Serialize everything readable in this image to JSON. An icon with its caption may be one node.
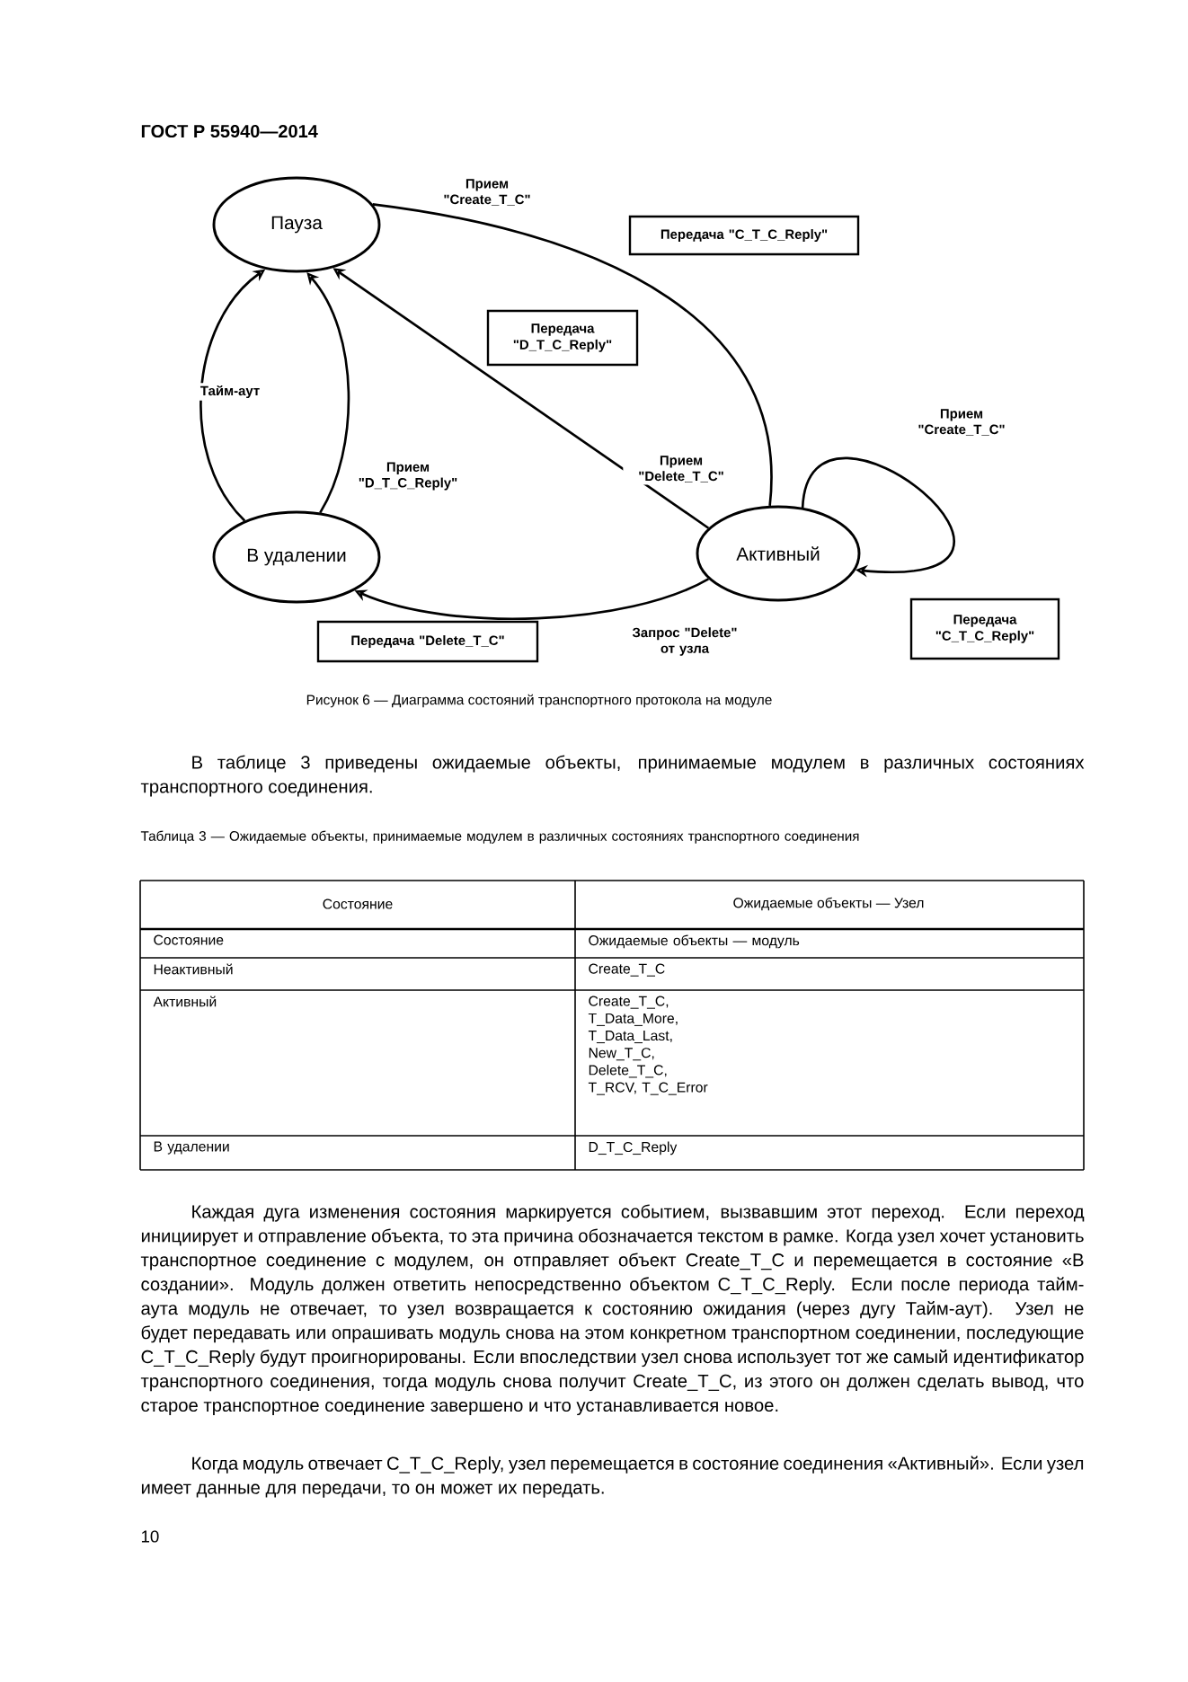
{
  "diagram": {
    "caption": "Рисунок 6 — Диаграмма состояний транспортного протокола на модуле",
    "nodes": [
      {
        "text": [
          "Пауза"
        ]
      },
      {
        "text": [
          "В удалении"
        ]
      },
      {
        "text": [
          "Активный"
        ]
      },
      {
        "text": [
          "Передача \"C_T_C_Reply\""
        ]
      },
      {
        "text": [
          "Передача \"D_T_C_Reply\""
        ]
      },
      {
        "text": [
          "Передача \"Delete_T_C\""
        ]
      },
      {
        "text": [
          "Передача \"C_T_C_Reply\""
        ]
      }
    ],
    "edges": [
      {
        "from": 0,
        "to": 2,
        "arrow": "none",
        "label": "Прием \"Create_T_C\""
      },
      {
        "from": 2,
        "to": 0,
        "arrow": "to",
        "label": "Прием \"Delete_T_C\""
      },
      {
        "from": 1,
        "to": 0,
        "arrow": "to",
        "label": "Тайм-аут"
      },
      {
        "from": 1,
        "to": 0,
        "arrow": "to",
        "label": "Прием \"D_T_C_Reply\""
      },
      {
        "from": 2,
        "to": 1,
        "arrow": "to",
        "label": "Запрос \"Delete\" от узла"
      },
      {
        "from": 2,
        "to": 2,
        "arrow": "to",
        "label": "Прием \"Create_T_C\""
      }
    ],
    "labels": [
      "ГОСТ Р 55940—2014",
      "В таблице 3 приведены ожидаемые объекты, принимаемые модулем в различных состояниях транспортного соединения.",
      "Таблица 3 — Ожидаемые объекты, принимаемые модулем в различных состояниях транспортного соединения",
      "Состояние",
      "Ожидаемые объекты — Узел",
      "Состояние",
      "Ожидаемые объекты — модуль",
      "Неактивный",
      "Create_T_C",
      "Активный",
      "Create_T_C, T_Data_More, T_Data_Last, New_T_C, Delete_T_C, T_RCV, T_C_Error",
      "В удалении",
      "D_T_C_Reply",
      "Каждая дуга изменения состояния маркируется событием, вызвавшим этот переход. Если переход инициирует и отправление объекта, то эта причина обозначается текстом в рамке. Когда узел хочет установить транспортное соединение с модулем, он отправляет объект Create_T_C и перемещается в состояние «В создании». Модуль должен ответить непосредственно объектом C_T_C_Reply. Если после периода тайм-аута модуль не отвечает, то узел возвращается к состоянию ожидания (через дугу Тайм-аут). Узел не будет передавать или опрашивать модуль снова на этом конкретном транспортном соединении, последующие C_T_C_Reply будут проигнорированы. Если впоследствии узел снова использует тот же самый идентификатор транспортного соединения, тогда модуль снова получит Create_T_C, из этого он должен сделать вывод, что старое транспортное соединение завершено и что устанавливается новое.",
      "Когда модуль отвечает C_T_C_Reply, узел перемещается в состояние соединения «Активный». Если узел имеет данные для передачи, то он может их передать.",
      "10"
    ]
  }
}
